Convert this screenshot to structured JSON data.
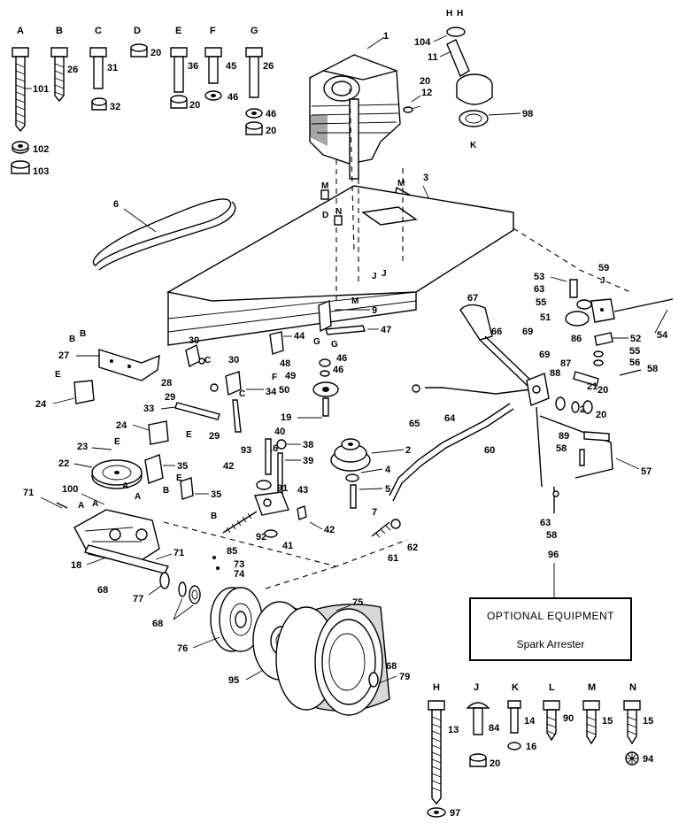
{
  "callout": {
    "number": "96",
    "line1": "OPTIONAL EQUIPMENT",
    "line2": "Spark Arrester"
  },
  "hardware_top": [
    {
      "letter": "A",
      "labels": [
        "101",
        "102",
        "103"
      ]
    },
    {
      "letter": "B",
      "labels": [
        "26"
      ]
    },
    {
      "letter": "C",
      "labels": [
        "31",
        "32"
      ]
    },
    {
      "letter": "D",
      "labels": [
        "20"
      ]
    },
    {
      "letter": "E",
      "labels": [
        "36",
        "20"
      ]
    },
    {
      "letter": "F",
      "labels": [
        "45",
        "46"
      ]
    },
    {
      "letter": "G",
      "labels": [
        "26",
        "46",
        "20"
      ]
    }
  ],
  "hardware_bottom": [
    {
      "letter": "H",
      "labels": [
        "13",
        "97"
      ]
    },
    {
      "letter": "J",
      "labels": [
        "84",
        "20"
      ]
    },
    {
      "letter": "K",
      "labels": [
        "14",
        "16"
      ]
    },
    {
      "letter": "L",
      "labels": [
        "90"
      ]
    },
    {
      "letter": "M",
      "labels": [
        "15"
      ]
    },
    {
      "letter": "N",
      "labels": [
        "15",
        "94"
      ]
    }
  ],
  "part_labels": [
    "1",
    "2",
    "3",
    "4",
    "5",
    "6",
    "7",
    "9",
    "11",
    "12",
    "16",
    "18",
    "19",
    "20",
    "21",
    "22",
    "23",
    "24",
    "27",
    "28",
    "29",
    "30",
    "33",
    "34",
    "35",
    "38",
    "39",
    "40",
    "41",
    "42",
    "43",
    "44",
    "46",
    "47",
    "48",
    "49",
    "50",
    "51",
    "52",
    "53",
    "54",
    "55",
    "56",
    "57",
    "58",
    "59",
    "60",
    "61",
    "62",
    "63",
    "64",
    "65",
    "66",
    "67",
    "68",
    "69",
    "71",
    "73",
    "74",
    "75",
    "76",
    "77",
    "79",
    "85",
    "86",
    "87",
    "88",
    "89",
    "91",
    "92",
    "93",
    "95",
    "98",
    "100",
    "104"
  ],
  "letters_in_diagram": [
    "A",
    "B",
    "C",
    "D",
    "E",
    "F",
    "G",
    "H",
    "J",
    "K",
    "M",
    "N"
  ]
}
